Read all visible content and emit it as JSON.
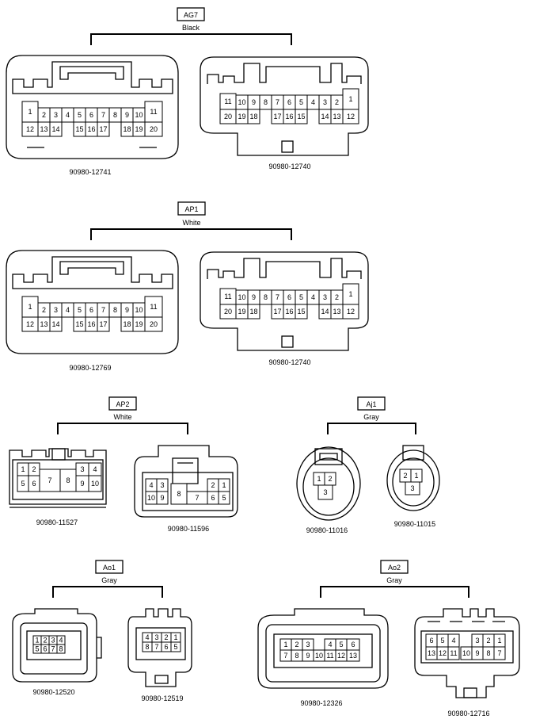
{
  "groups": [
    {
      "id": "AG7",
      "color": "Black",
      "connectors": [
        {
          "part": "90980-12741",
          "rows": [
            [
              "1",
              "2",
              "3",
              "4",
              "5",
              "6",
              "7",
              "8",
              "9",
              "10",
              "11"
            ],
            [
              "12",
              "13",
              "14",
              "15",
              "16",
              "17",
              "18",
              "19",
              "20"
            ]
          ]
        },
        {
          "part": "90980-12740",
          "rows": [
            [
              "11",
              "10",
              "9",
              "8",
              "7",
              "6",
              "5",
              "4",
              "3",
              "2",
              "1"
            ],
            [
              "20",
              "19",
              "18",
              "17",
              "16",
              "15",
              "14",
              "13",
              "12"
            ]
          ]
        }
      ]
    },
    {
      "id": "AP1",
      "color": "White",
      "connectors": [
        {
          "part": "90980-12769",
          "rows": [
            [
              "1",
              "2",
              "3",
              "4",
              "5",
              "6",
              "7",
              "8",
              "9",
              "10",
              "11"
            ],
            [
              "12",
              "13",
              "14",
              "15",
              "16",
              "17",
              "18",
              "19",
              "20"
            ]
          ]
        },
        {
          "part": "90980-12740",
          "rows": [
            [
              "11",
              "10",
              "9",
              "8",
              "7",
              "6",
              "5",
              "4",
              "3",
              "2",
              "1"
            ],
            [
              "20",
              "19",
              "18",
              "17",
              "16",
              "15",
              "14",
              "13",
              "12"
            ]
          ]
        }
      ]
    },
    {
      "id": "AP2",
      "color": "White",
      "connectors": [
        {
          "part": "90980-11527",
          "rows": [
            [
              "1",
              "2",
              "7",
              "8",
              "3",
              "4"
            ],
            [
              "5",
              "6",
              "9",
              "10"
            ]
          ]
        },
        {
          "part": "90980-11596",
          "rows": [
            [
              "4",
              "3",
              "8",
              "2",
              "1"
            ],
            [
              "10",
              "9",
              "7",
              "6",
              "5"
            ]
          ]
        }
      ]
    },
    {
      "id": "Aj1",
      "color": "Gray",
      "connectors": [
        {
          "part": "90980-11016",
          "rows": [
            [
              "1",
              "2"
            ],
            [
              "3"
            ]
          ]
        },
        {
          "part": "90980-11015",
          "rows": [
            [
              "2",
              "1"
            ],
            [
              "3"
            ]
          ]
        }
      ]
    },
    {
      "id": "Ao1",
      "color": "Gray",
      "connectors": [
        {
          "part": "90980-12520",
          "rows": [
            [
              "1",
              "2",
              "3",
              "4"
            ],
            [
              "5",
              "6",
              "7",
              "8"
            ]
          ]
        },
        {
          "part": "90980-12519",
          "rows": [
            [
              "4",
              "3",
              "2",
              "1"
            ],
            [
              "8",
              "7",
              "6",
              "5"
            ]
          ]
        }
      ]
    },
    {
      "id": "Ao2",
      "color": "Gray",
      "connectors": [
        {
          "part": "90980-12326",
          "rows": [
            [
              "1",
              "2",
              "3",
              "4",
              "5",
              "6"
            ],
            [
              "7",
              "8",
              "9",
              "10",
              "11",
              "12",
              "13"
            ]
          ]
        },
        {
          "part": "90980-12716",
          "rows": [
            [
              "6",
              "5",
              "4",
              "3",
              "2",
              "1"
            ],
            [
              "13",
              "12",
              "11",
              "10",
              "9",
              "8",
              "7"
            ]
          ]
        }
      ]
    }
  ]
}
